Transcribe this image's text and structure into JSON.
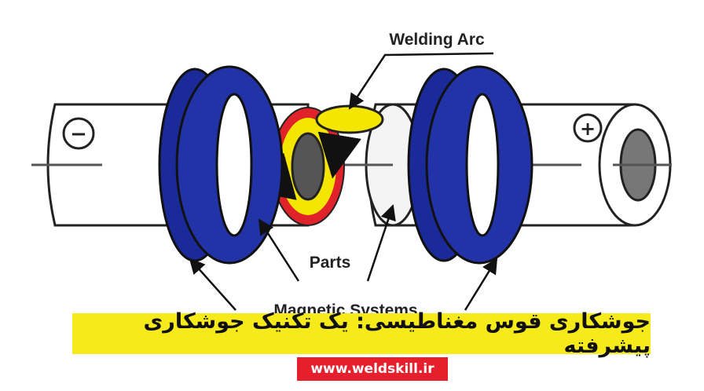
{
  "labels": {
    "welding_arc": "Welding Arc",
    "parts": "Parts",
    "magnetic_systems": "Magnetic Systems",
    "negative": "−",
    "positive": "+"
  },
  "banner": {
    "title": "جوشکاری قوس مغناطیسی: یک تکنیک جوشکاری پیشرفته"
  },
  "footer": {
    "url": "www.weldskill.ir"
  },
  "colors": {
    "magnet_blue": "#2233a8",
    "arc_yellow": "#f4e600",
    "ring_red": "#e0222a",
    "banner_yellow": "#f6ea1a",
    "url_red": "#e5202c"
  }
}
